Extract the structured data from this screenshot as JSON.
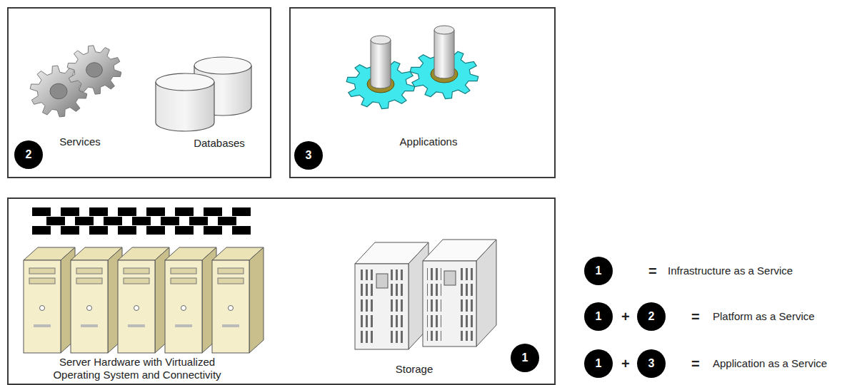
{
  "diagram": {
    "nodes": [
      {
        "text": [
          "Services",
          "Databases"
        ]
      },
      {
        "text": [
          "2"
        ],
        "in": 0
      },
      {
        "text": [
          "Applications"
        ]
      },
      {
        "text": [
          "3"
        ],
        "in": 2
      },
      {
        "text": [
          "Server Hardware with Virtualized Operating System and Connectivity",
          "Storage"
        ]
      },
      {
        "text": [
          "1"
        ],
        "in": 4
      },
      {
        "text": [
          "1"
        ]
      },
      {
        "text": [
          "1"
        ]
      },
      {
        "text": [
          "2"
        ]
      },
      {
        "text": [
          "1"
        ]
      },
      {
        "text": [
          "3"
        ]
      }
    ],
    "labels": [
      "=",
      "Infrastructure as a Service",
      "+",
      "=",
      "Platform as a Service",
      "+",
      "=",
      "Application as a Service"
    ]
  }
}
